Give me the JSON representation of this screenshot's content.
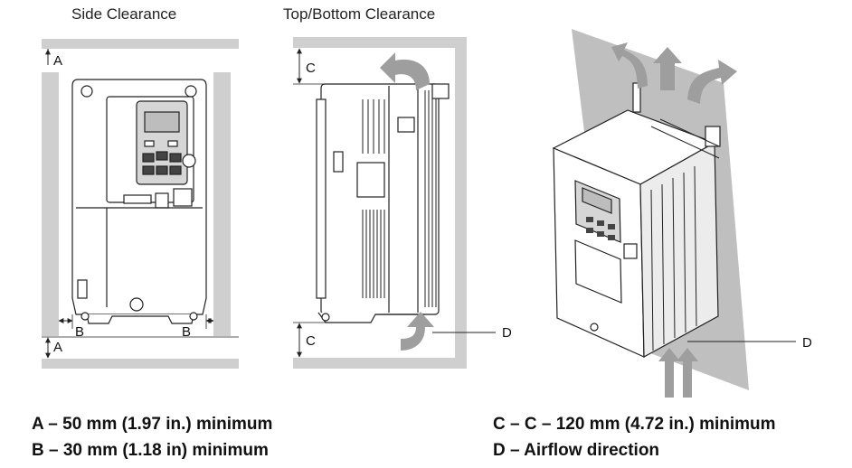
{
  "titles": {
    "side": "Side Clearance",
    "top_bottom": "Top/Bottom Clearance"
  },
  "diagram_labels": {
    "a": "A",
    "b": "B",
    "c": "C",
    "d": "D"
  },
  "legend": {
    "a": "A – 50 mm (1.97 in.) minimum",
    "b": "B – 30 mm (1.18 in) minimum",
    "c": "C – C – 120 mm (4.72 in.) minimum",
    "d": "D – Airflow direction"
  }
}
